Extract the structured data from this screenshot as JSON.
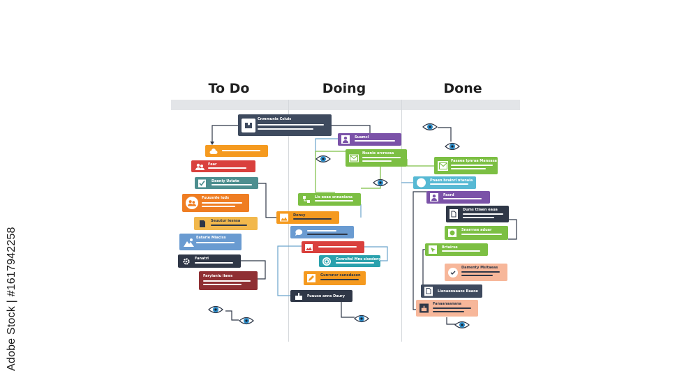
{
  "board": {
    "columns": [
      {
        "title": "To Do"
      },
      {
        "title": "Doing"
      },
      {
        "title": "Done"
      }
    ]
  },
  "watermark": {
    "text": "Adobe Stock | #1617942258"
  },
  "colors": {
    "navy": "#3e4a5e",
    "purple": "#7b52a8",
    "green": "#7cbf43",
    "orange": "#f59a1f",
    "red": "#d9403d",
    "teal": "#4d8e8f",
    "deep_orange": "#ef7d22",
    "yellow": "#f2b84c",
    "blue": "#6a9bd1",
    "dark": "#2f3747",
    "maroon": "#8f2f33",
    "cyan": "#2aa1ad",
    "light_blue": "#57b9d4",
    "salmon": "#f7b79a",
    "connector_dark": "#2f3747",
    "connector_blue": "#6aa4cc",
    "connector_green": "#7cbf43",
    "eye": "#2a8bc8"
  },
  "cards": [
    {
      "id": "n1",
      "color": "navy",
      "icon": "puzzle-icon",
      "label": "Cnmmunia Csiuis",
      "label_color": "#ffffff",
      "lines": 2
    },
    {
      "id": "n2",
      "color": "orange",
      "icon": "cloud-icon",
      "label": "",
      "label_color": "#ffffff",
      "lines": 1
    },
    {
      "id": "n3",
      "color": "red",
      "icon": "people-icon",
      "label": "Fear",
      "label_color": "#ffffff",
      "lines": 1
    },
    {
      "id": "n4",
      "color": "teal",
      "icon": "checkbox-icon",
      "label": "Daeniy Ustate",
      "label_color": "#ffffff",
      "lines": 1
    },
    {
      "id": "n5",
      "color": "deep_orange",
      "icon": "people-icon",
      "label": "Fuuusnle iuds",
      "label_color": "#ffffff",
      "lines": 2
    },
    {
      "id": "n6",
      "color": "yellow",
      "icon": "document-icon",
      "label": "Seuutur iesnsa",
      "label_color": "#2f3747",
      "lines": 1
    },
    {
      "id": "n7",
      "color": "blue",
      "icon": "mountain-icon",
      "label": "Eatarie Miaciss",
      "label_color": "#ffffff",
      "lines": 1
    },
    {
      "id": "n8",
      "color": "dark",
      "icon": "gear-icon",
      "label": "Fanatrl",
      "label_color": "#ffffff",
      "lines": 1
    },
    {
      "id": "n9",
      "color": "maroon",
      "icon": "",
      "label": "Faryianiu iiaws",
      "label_color": "#ffffff",
      "lines": 2
    },
    {
      "id": "n10",
      "color": "purple",
      "icon": "user-icon",
      "label": "Suamcl",
      "label_color": "#ffffff",
      "lines": 1
    },
    {
      "id": "n11",
      "color": "green",
      "icon": "mail-icon",
      "label": "Nsanie ercrsvaa",
      "label_color": "#ffffff",
      "lines": 2
    },
    {
      "id": "n12",
      "color": "green",
      "icon": "flow-icon",
      "label": "Lis eeae snnaniana",
      "label_color": "#ffffff",
      "lines": 1
    },
    {
      "id": "n13",
      "color": "orange",
      "icon": "image-icon",
      "label": "Donsy",
      "label_color": "#2f3747",
      "lines": 1
    },
    {
      "id": "n14",
      "color": "blue",
      "icon": "chat-icon",
      "label": "",
      "label_color": "#ffffff",
      "lines": 1
    },
    {
      "id": "n15",
      "color": "red",
      "icon": "image-icon",
      "label": "",
      "label_color": "#ffffff",
      "lines": 1
    },
    {
      "id": "n16",
      "color": "cyan",
      "icon": "target-icon",
      "label": "Conrsitsl Mns sisodenyos",
      "label_color": "#ffffff",
      "lines": 1
    },
    {
      "id": "n17",
      "color": "orange",
      "icon": "edit-icon",
      "label": "Gunrsnsr canedasen",
      "label_color": "#2f3747",
      "lines": 1
    },
    {
      "id": "n18",
      "color": "dark",
      "icon": "cake-icon",
      "label": "Fuuuse anns Daury",
      "label_color": "#ffffff",
      "lines": 0
    },
    {
      "id": "n19",
      "color": "green",
      "icon": "mail-icon",
      "label": "Fasaea Ipnraa Mansasa",
      "label_color": "#ffffff",
      "lines": 2
    },
    {
      "id": "n20",
      "color": "light_blue",
      "icon": "cloud-icon",
      "label": "Pnaen brainrl ntanaia",
      "label_color": "#ffffff",
      "lines": 1
    },
    {
      "id": "n21",
      "color": "purple",
      "icon": "user-icon",
      "label": "Fasrd",
      "label_color": "#ffffff",
      "lines": 1
    },
    {
      "id": "n22",
      "color": "dark",
      "icon": "document-icon",
      "label": "Dums ttiaen eaua",
      "label_color": "#ffffff",
      "lines": 2
    },
    {
      "id": "n23",
      "color": "green",
      "icon": "badge-icon",
      "label": "Snarrnse aduar",
      "label_color": "#ffffff",
      "lines": 1
    },
    {
      "id": "n24",
      "color": "green",
      "icon": "cursor-icon",
      "label": "Brtairse",
      "label_color": "#ffffff",
      "lines": 1
    },
    {
      "id": "n25",
      "color": "salmon",
      "icon": "check-circle-icon",
      "label": "Damenty Msitaeas",
      "label_color": "#2f3747",
      "lines": 2
    },
    {
      "id": "n26",
      "color": "dark",
      "icon": "document-icon",
      "label": "Lienaeouaaos Baaoe",
      "label_color": "#ffffff",
      "lines": 0
    },
    {
      "id": "n27",
      "color": "salmon",
      "icon": "cake-icon",
      "label": "Fanaanaanana",
      "label_color": "#2f3747",
      "lines": 2
    }
  ],
  "eyes": [
    {
      "id": "e1",
      "icon": "eye-icon"
    },
    {
      "id": "e2",
      "icon": "eye-icon"
    },
    {
      "id": "e3",
      "icon": "eye-icon"
    },
    {
      "id": "e4",
      "icon": "eye-icon"
    },
    {
      "id": "e5",
      "icon": "eye-icon"
    },
    {
      "id": "e6",
      "icon": "eye-icon"
    },
    {
      "id": "e7",
      "icon": "eye-icon"
    },
    {
      "id": "e8",
      "icon": "eye-icon"
    },
    {
      "id": "e9",
      "icon": "eye-icon"
    }
  ]
}
